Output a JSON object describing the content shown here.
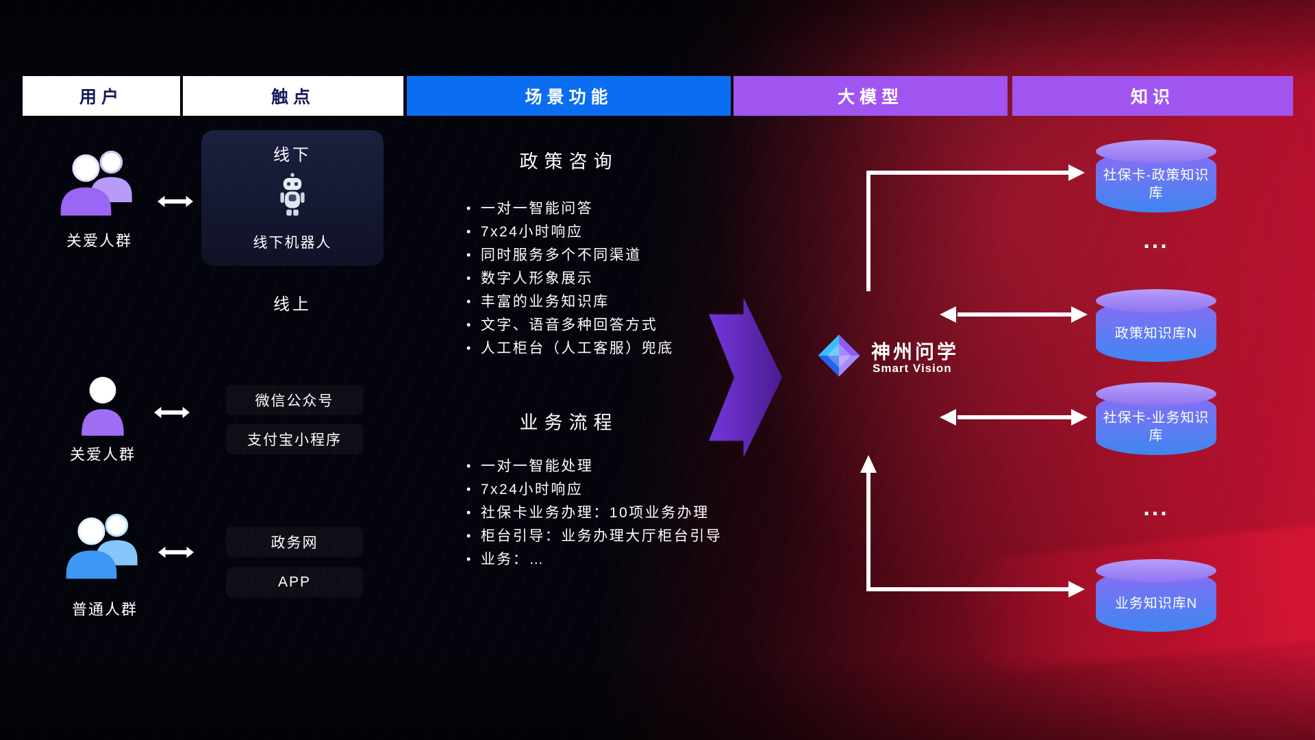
{
  "header": {
    "columns": [
      {
        "label": "用户"
      },
      {
        "label": "触点"
      },
      {
        "label": "场景功能"
      },
      {
        "label": "大模型"
      },
      {
        "label": "知识"
      }
    ]
  },
  "users": {
    "groups": [
      {
        "label": "关爱人群"
      },
      {
        "label": "关爱人群"
      },
      {
        "label": "普通人群"
      }
    ]
  },
  "touchpoints": {
    "offline": {
      "title": "线下",
      "robot_label": "线下机器人"
    },
    "online_label": "线上",
    "channels": [
      {
        "label": "微信公众号"
      },
      {
        "label": "支付宝小程序"
      },
      {
        "label": "政务网"
      },
      {
        "label": "APP"
      }
    ]
  },
  "scenarios": {
    "policy": {
      "title": "政策咨询",
      "items": [
        "一对一智能问答",
        "7x24小时响应",
        "同时服务多个不同渠道",
        "数字人形象展示",
        "丰富的业务知识库",
        "文字、语音多种回答方式",
        "人工柜台（人工客服）兜底"
      ]
    },
    "business": {
      "title": "业务流程",
      "items": [
        "一对一智能处理",
        "7x24小时响应",
        "社保卡业务办理：10项业务办理",
        "柜台引导：业务办理大厅柜台引导",
        "业务：…"
      ]
    }
  },
  "model": {
    "name": "神州问学",
    "subtitle": "Smart Vision"
  },
  "knowledge": {
    "bases": [
      {
        "label": "社保卡-政策知识库"
      },
      {
        "label": "政策知识库N"
      },
      {
        "label": "社保卡-业务知识库"
      },
      {
        "label": "业务知识库N"
      }
    ],
    "ellipsis": "..."
  },
  "colors": {
    "scene_blue": "#0b6ef0",
    "model_purple": "#a155f0",
    "header_text_dark": "#191a5a",
    "background_red": "#c21232",
    "cylinder_top": "#b79df9",
    "cylinder_bottom": "#3f86f0",
    "arrow_purple": "#6d28d9",
    "connector_white": "#ffffff"
  }
}
